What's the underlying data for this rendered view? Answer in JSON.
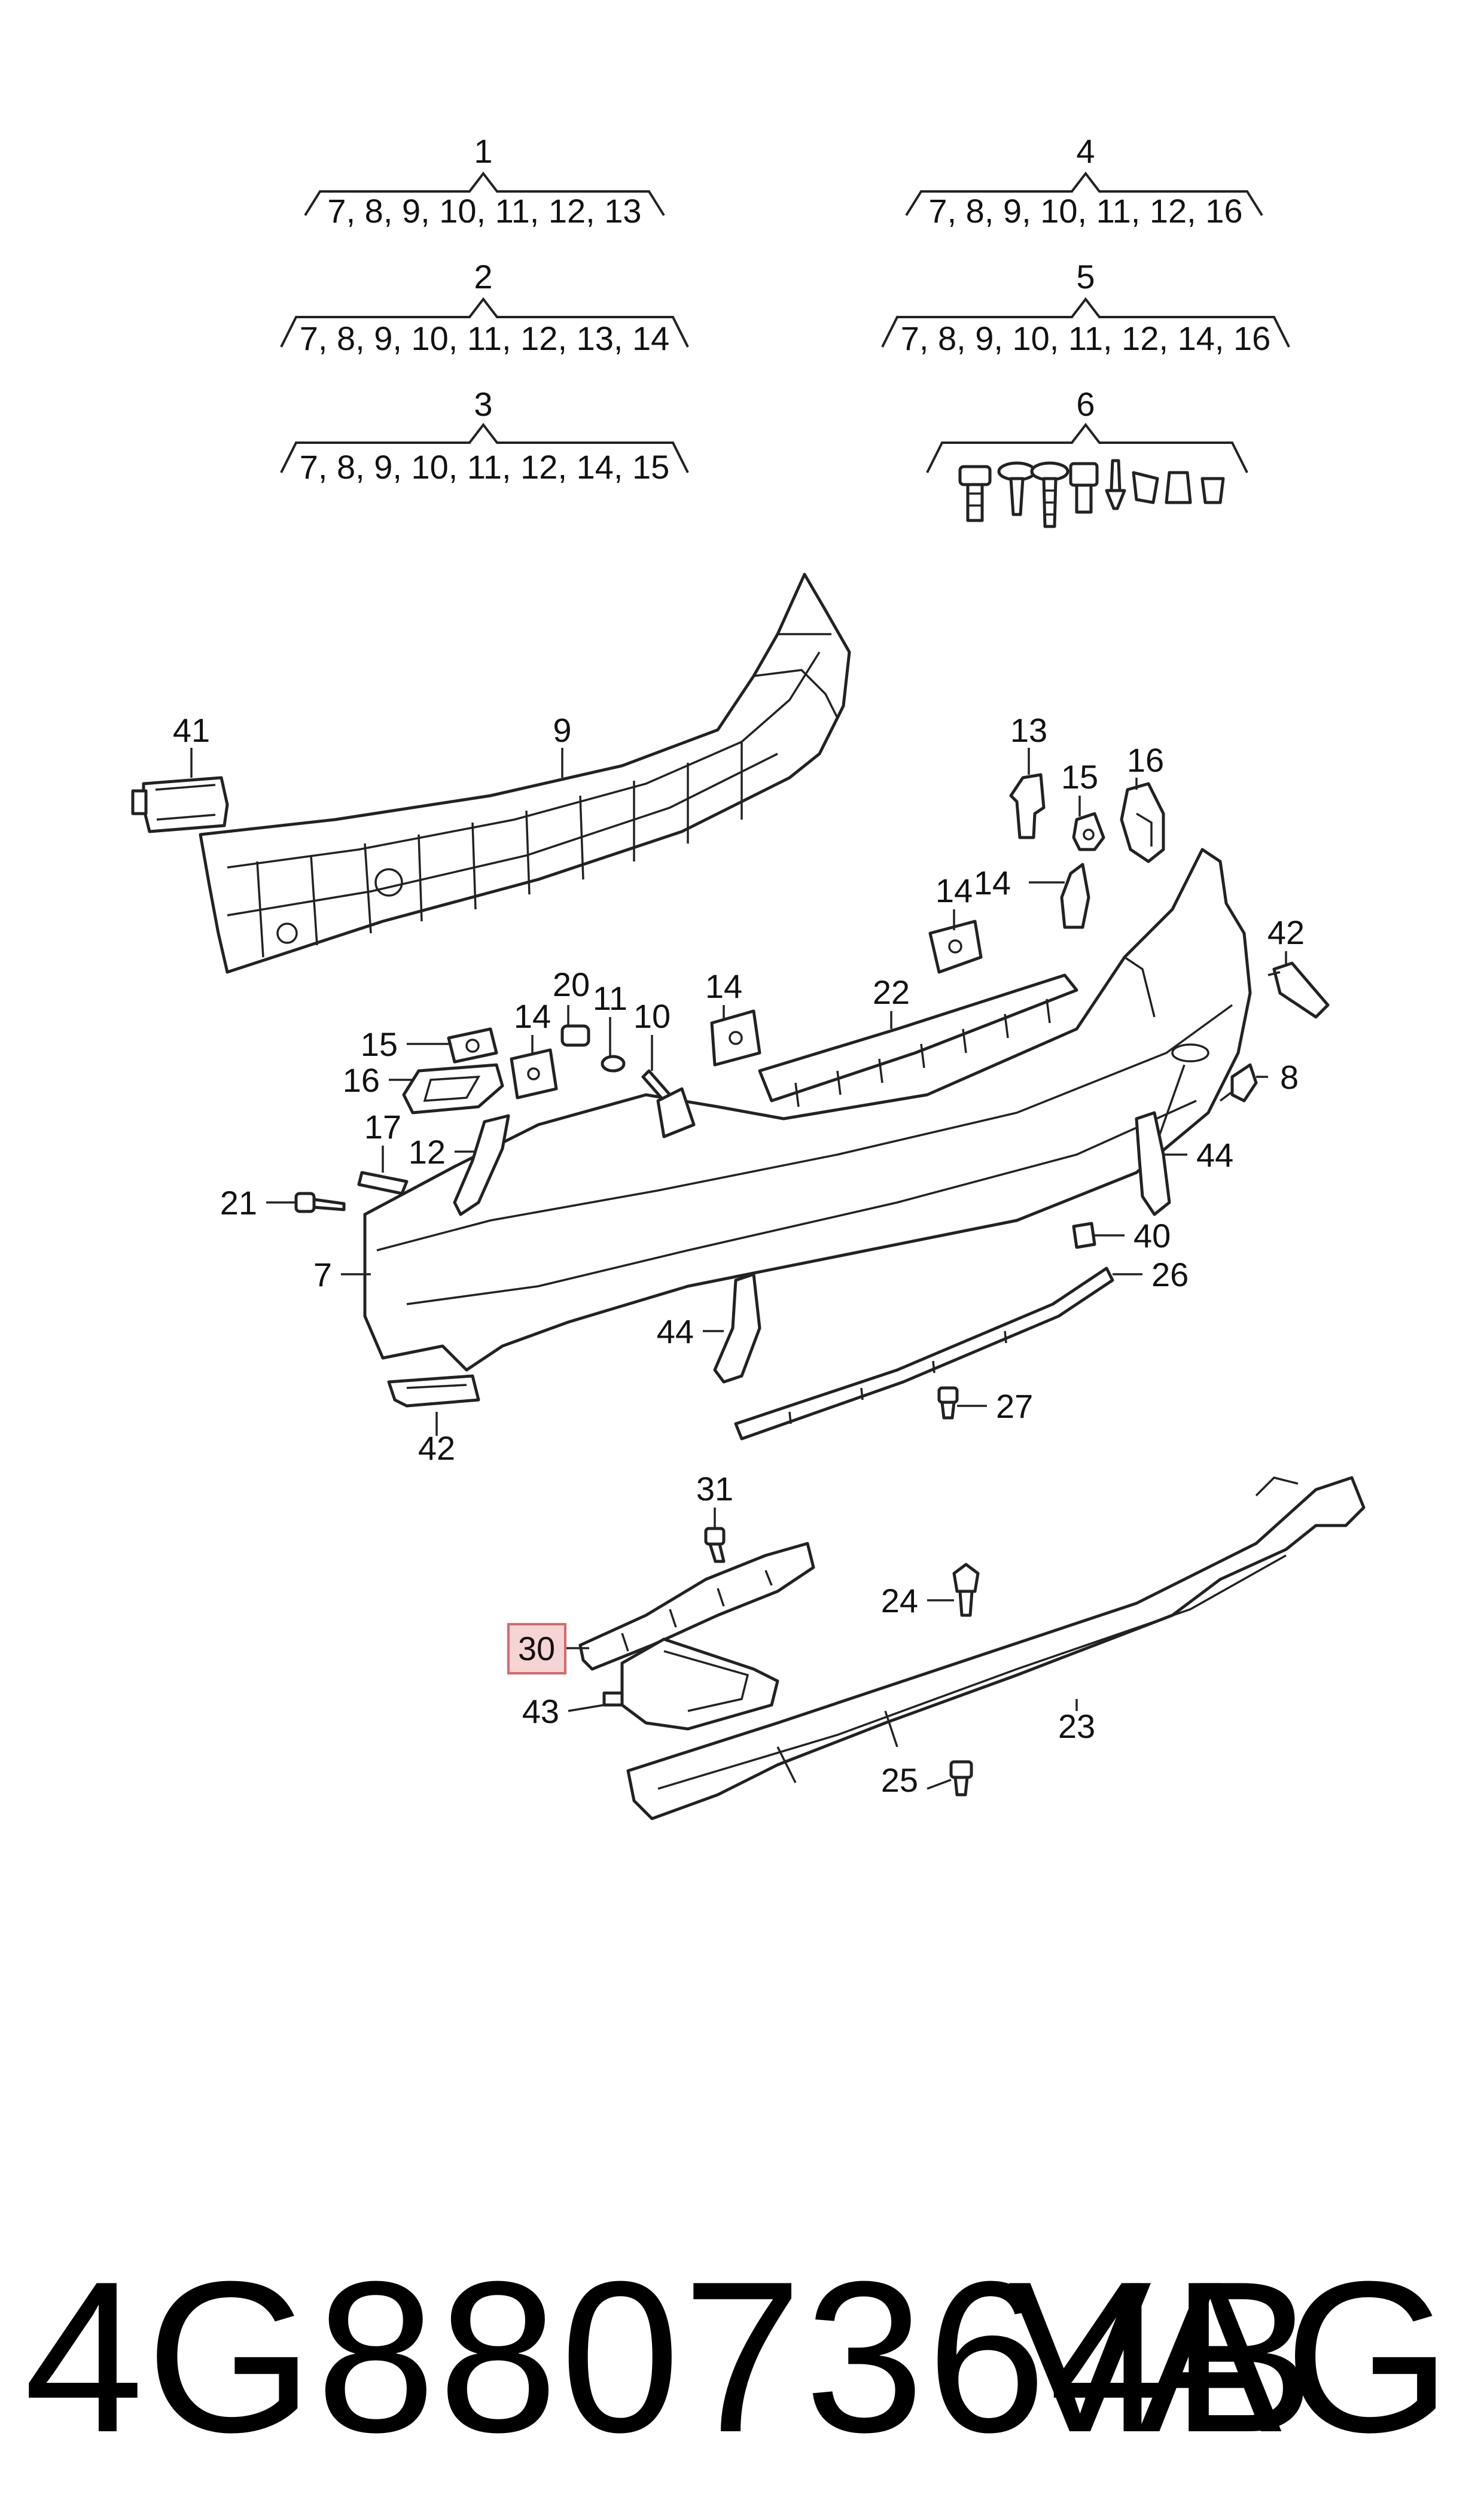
{
  "groups": [
    {
      "label": "1",
      "items": "7, 8, 9, 10, 11, 12, 13"
    },
    {
      "label": "2",
      "items": "7, 8, 9, 10, 11, 12, 13, 14"
    },
    {
      "label": "3",
      "items": "7, 8, 9, 10, 11, 12, 14, 15"
    },
    {
      "label": "4",
      "items": "7, 8, 9, 10, 11, 12, 16"
    },
    {
      "label": "5",
      "items": "7, 8, 9, 10, 11, 12, 14, 16"
    },
    {
      "label": "6",
      "items": ""
    }
  ],
  "callouts": {
    "c41": "41",
    "c9": "9",
    "c13": "13",
    "c15a": "15",
    "c16a": "16",
    "c14a": "14",
    "c14b": "14",
    "c42a": "42",
    "c20": "20",
    "c11": "11",
    "c10": "10",
    "c14c": "14",
    "c22": "22",
    "c15b": "15",
    "c14d": "14",
    "c16b": "16",
    "c8": "8",
    "c17": "17",
    "c12": "12",
    "c44a": "44",
    "c21": "21",
    "c40": "40",
    "c26": "26",
    "c7": "7",
    "c44b": "44",
    "c27": "27",
    "c42b": "42",
    "c31": "31",
    "c24": "24",
    "c30": "30",
    "c43": "43",
    "c23": "23",
    "c25": "25"
  },
  "highlight_color": "#f7d4d4",
  "footer": {
    "part_number": "4G8807364B",
    "brand": "VAG"
  }
}
